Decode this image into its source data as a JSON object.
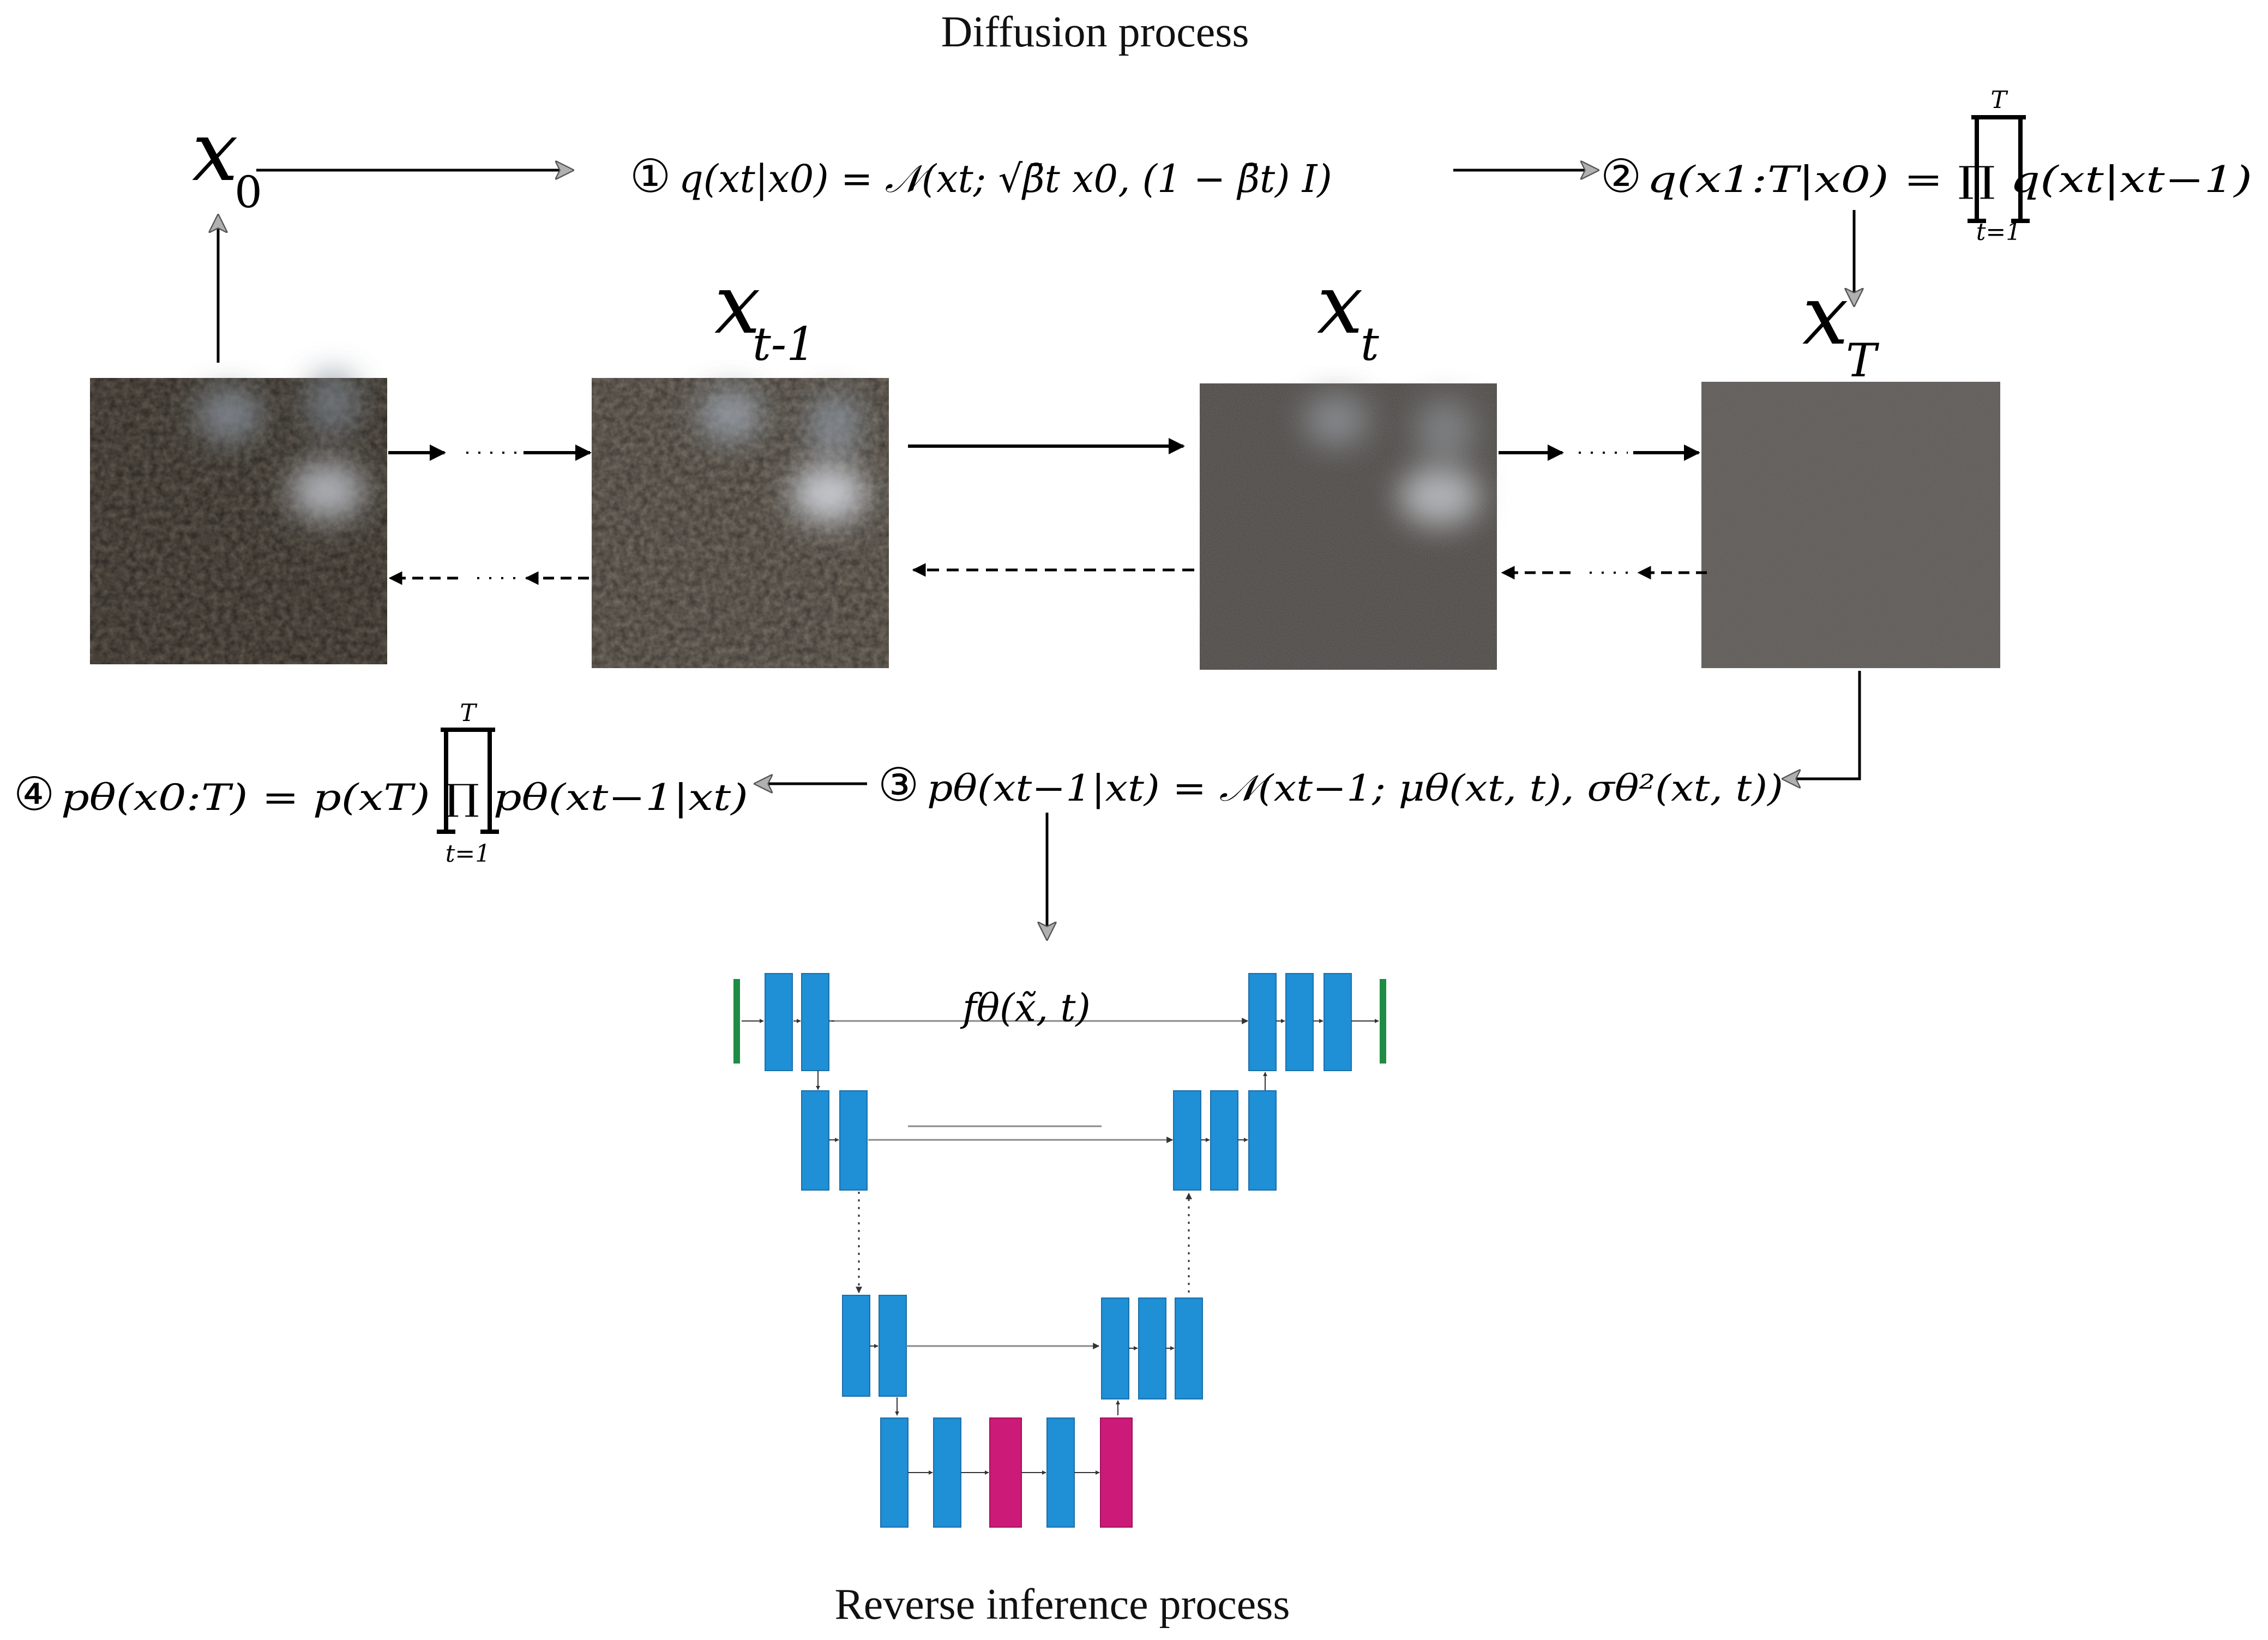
{
  "titles": {
    "top": "Diffusion process",
    "bottom": "Reverse inference process"
  },
  "states": {
    "x0": {
      "base": "x",
      "sub": "0"
    },
    "xt_minus_1": {
      "base": "x",
      "sub": "t-1"
    },
    "xt": {
      "base": "x",
      "sub": "t"
    },
    "xT": {
      "base": "x",
      "sub": "T"
    }
  },
  "equations": {
    "eq1_label": "①",
    "eq1_text": "q(xt|x0) = 𝒩(xt; √β̄t x0, (1 − β̄t) I)",
    "eq2_label": "②",
    "eq2_text": "q(x1:T|x0) = ∏ q(xt|xt−1)",
    "eq2_prod_top": "T",
    "eq2_prod_bottom": "t=1",
    "eq3_label": "③",
    "eq3_text": "pθ(xt−1|xt) = 𝒩(xt−1; μθ(xt, t), σθ²(xt, t))",
    "eq4_label": "④",
    "eq4_text": "pθ(x0:T) = p(xT) ∏ pθ(xt−1|xt)",
    "eq4_prod_top": "T",
    "eq4_prod_bottom": "t=1",
    "network": "fθ(x̃, t)"
  },
  "colors": {
    "conv_block": "#1f8fd6",
    "bottleneck_block": "#cc1a78",
    "io_bar": "#1f8c45",
    "arrow_gray": "#aaaaaa",
    "image_clean": "#2e2a24",
    "image_noisy": "#55504c"
  },
  "icons": {
    "product": "capital-pi",
    "arrow": "arrow-right"
  }
}
